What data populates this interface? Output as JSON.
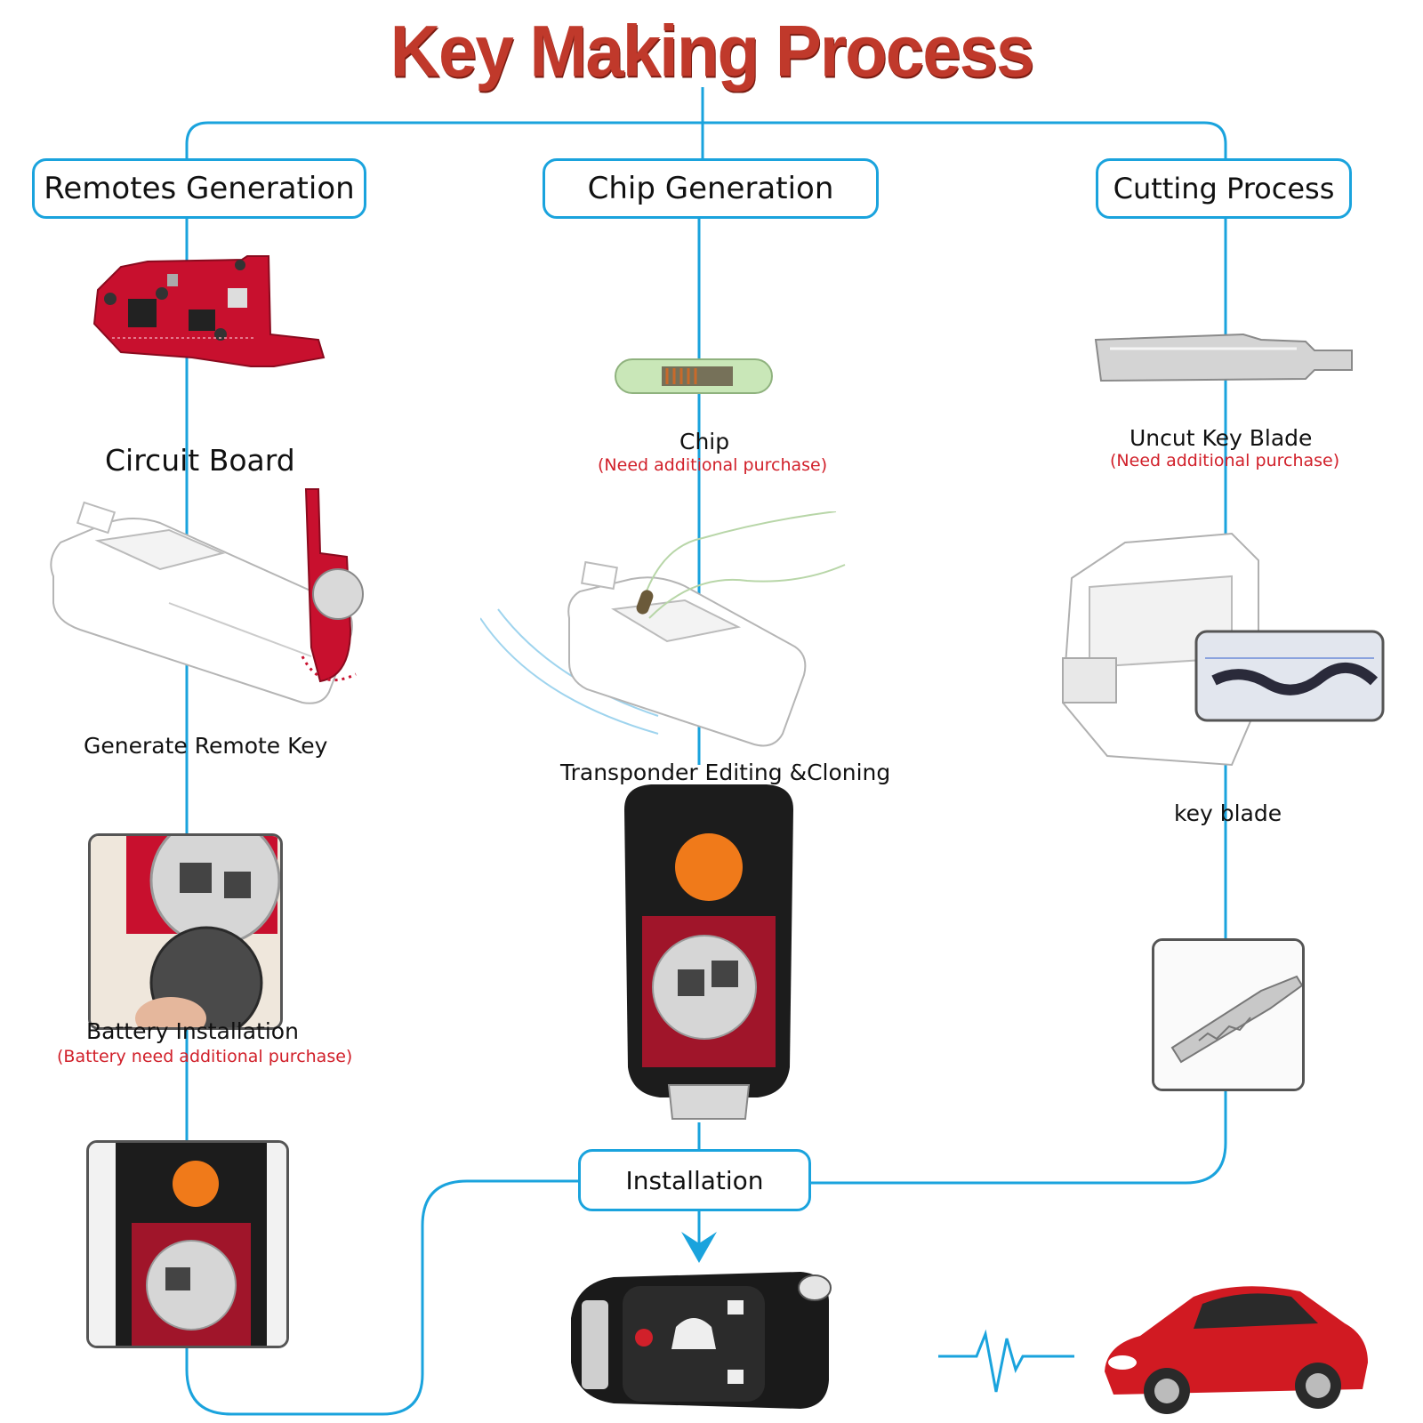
{
  "title": "Key Making Process",
  "colors": {
    "title": "#c0392b",
    "line": "#1aa3dd",
    "note": "#d1202a",
    "pcb": "#c8102e"
  },
  "columns": {
    "remotes": {
      "header": "Remotes Generation",
      "step1": "Circuit Board",
      "step2": "Generate Remote Key",
      "step3": "Battery Installation",
      "step3_note": "(Battery need additional purchase)"
    },
    "chip": {
      "header": "Chip Generation",
      "step1": "Chip",
      "step1_note": "(Need additional purchase)",
      "step2": "Transponder Editing &Cloning"
    },
    "cutting": {
      "header": "Cutting Process",
      "step1": "Uncut Key  Blade",
      "step1_note": "(Need additional purchase)",
      "step2": "key blade"
    }
  },
  "final": {
    "label": "Installation"
  },
  "icons": [
    "circuit-board-icon",
    "key-programmer-icon",
    "chip-icon",
    "key-blade-icon",
    "key-cutting-machine-icon",
    "flip-key-icon",
    "car-icon",
    "pulse-icon",
    "arrow-down-icon"
  ]
}
